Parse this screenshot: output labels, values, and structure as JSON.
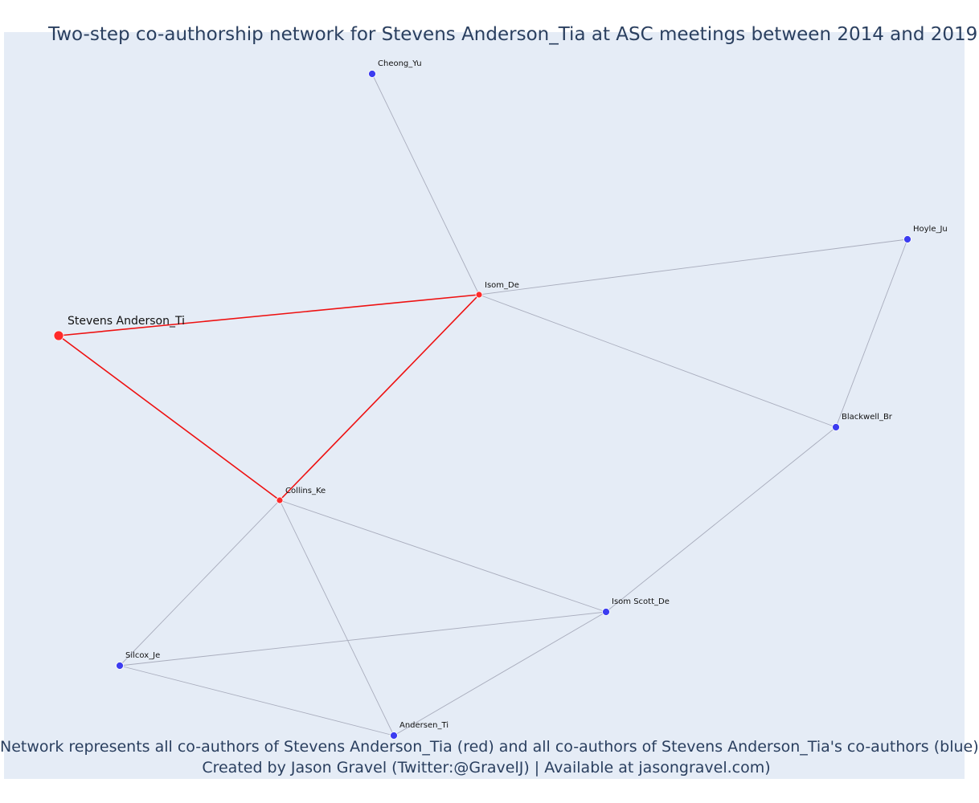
{
  "title": "Two-step co-authorship network for Stevens Anderson_Tia at ASC meetings between 2014 and 2019",
  "caption": {
    "line1": "Network represents all co-authors of Stevens Anderson_Tia (red) and all co-authors of Stevens Anderson_Tia's co-authors (blue)",
    "line2": "Created by Jason Gravel (Twitter:@GravelJ) | Available at jasongravel.com)"
  },
  "colors": {
    "background": "#e5ecf6",
    "focal": "#ff2a2a",
    "first_step": "#ff2a2a",
    "second_step": "#3c3cf0",
    "red_edge": "#ee1111",
    "gray_edge": "#a9adbd",
    "title_text": "#2a3f5f"
  },
  "nodes": [
    {
      "id": "stevens",
      "label": "Stevens Anderson_Ti",
      "group": "focal"
    },
    {
      "id": "isom_de",
      "label": "Isom_De",
      "group": "first_step"
    },
    {
      "id": "collins",
      "label": "Collins_Ke",
      "group": "first_step"
    },
    {
      "id": "cheong",
      "label": "Cheong_Yu",
      "group": "second_step"
    },
    {
      "id": "hoyle",
      "label": "Hoyle_Ju",
      "group": "second_step"
    },
    {
      "id": "blackwell",
      "label": "Blackwell_Br",
      "group": "second_step"
    },
    {
      "id": "isom_scott",
      "label": "Isom Scott_De",
      "group": "second_step"
    },
    {
      "id": "silcox",
      "label": "Silcox_Je",
      "group": "second_step"
    },
    {
      "id": "andersen",
      "label": "Andersen_Ti",
      "group": "second_step"
    }
  ],
  "edges": [
    {
      "source": "stevens",
      "target": "isom_de",
      "type": "red"
    },
    {
      "source": "stevens",
      "target": "collins",
      "type": "red"
    },
    {
      "source": "collins",
      "target": "isom_de",
      "type": "red"
    },
    {
      "source": "isom_de",
      "target": "cheong",
      "type": "gray"
    },
    {
      "source": "isom_de",
      "target": "hoyle",
      "type": "gray"
    },
    {
      "source": "isom_de",
      "target": "blackwell",
      "type": "gray"
    },
    {
      "source": "hoyle",
      "target": "blackwell",
      "type": "gray"
    },
    {
      "source": "blackwell",
      "target": "isom_scott",
      "type": "gray"
    },
    {
      "source": "collins",
      "target": "isom_scott",
      "type": "gray"
    },
    {
      "source": "collins",
      "target": "silcox",
      "type": "gray"
    },
    {
      "source": "collins",
      "target": "andersen",
      "type": "gray"
    },
    {
      "source": "isom_scott",
      "target": "silcox",
      "type": "gray"
    },
    {
      "source": "isom_scott",
      "target": "andersen",
      "type": "gray"
    },
    {
      "source": "silcox",
      "target": "andersen",
      "type": "gray"
    }
  ]
}
